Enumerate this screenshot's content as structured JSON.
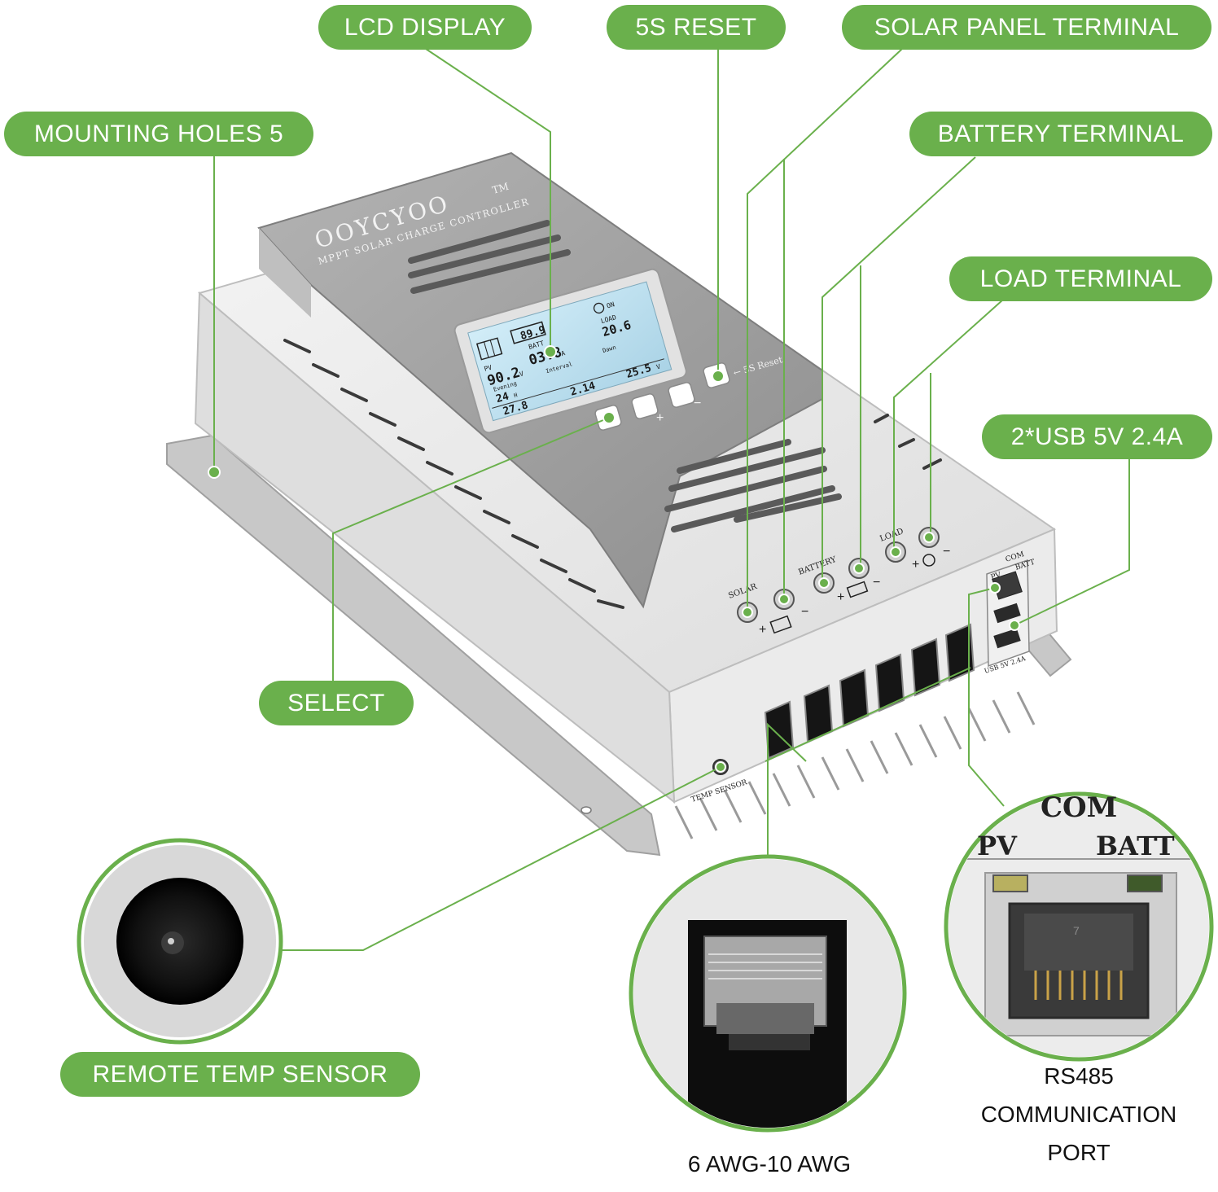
{
  "callouts": {
    "lcd_display": "LCD DISPLAY",
    "reset": "5S RESET",
    "solar_terminal": "SOLAR PANEL TERMINAL",
    "mounting_holes": "MOUNTING HOLES 5",
    "battery_terminal": "BATTERY TERMINAL",
    "load_terminal": "LOAD TERMINAL",
    "usb": "2*USB 5V 2.4A",
    "select": "SELECT",
    "remote_temp": "REMOTE TEMP SENSOR"
  },
  "captions": {
    "wire_gauge": "6 AWG-10 AWG",
    "rs485_line1": "RS485",
    "rs485_line2": "COMMUNICATION",
    "rs485_line3": "PORT"
  },
  "device": {
    "brand": "OOYCYOO",
    "trademark": "TM",
    "model": "MPPT SOLAR CHARGE CONTROLLER",
    "reset_label": "← 5S Reset",
    "solar_label": "SOLAR",
    "battery_label": "BATTERY",
    "load_label": "LOAD",
    "com_label": "COM",
    "pv_label": "PV",
    "batt_label": "BATT",
    "usb_label": "USB 5V 2.4A",
    "temp_label": "TEMP SENSOR",
    "plus": "+",
    "minus": "−"
  },
  "lcd": {
    "pv_label": "PV",
    "pv_voltage": "90.2",
    "pv_unit": "V",
    "batt_percent": "89.9",
    "batt_label": "BATT",
    "batt_current": "03.8",
    "batt_unit": "A",
    "load_label": "LOAD",
    "load_voltage": "20.6",
    "on_label": "ON",
    "evening_label": "Evening",
    "evening_value": "24",
    "interval_label": "Interval",
    "dawn_label": "Dawn",
    "hours_unit": "H",
    "on_voltage": "27.8",
    "mid_voltage": "2.14",
    "off_voltage": "25.5",
    "volt_unit": "V"
  },
  "zoom": {
    "com_label": "COM",
    "pv_label": "PV",
    "batt_label": "BATT",
    "port_digit": "7"
  },
  "colors": {
    "accent_green": "#6ab04c",
    "casing": "#e4e4e4",
    "top_grey": "#9c9c9c",
    "lcd_blue": "#bfe0ef"
  }
}
